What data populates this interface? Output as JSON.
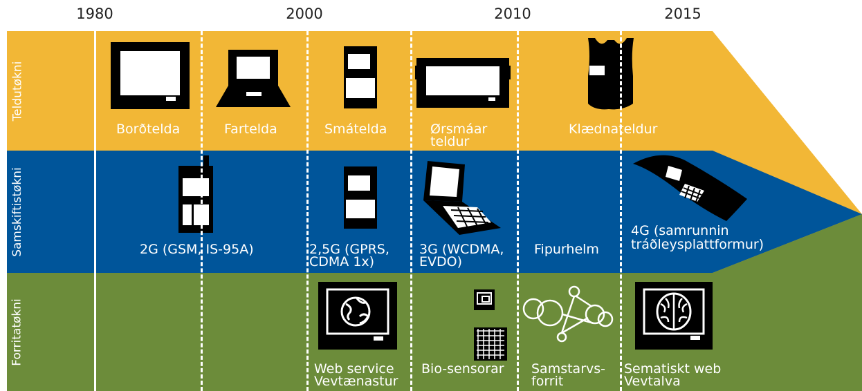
{
  "years": [
    "1980",
    "2000",
    "2010",
    "2015"
  ],
  "bands": {
    "computing": {
      "label": "Teldutøkni",
      "color": "#f2b736"
    },
    "communication": {
      "label": "Samskiftistøkni",
      "color": "#00559a"
    },
    "software": {
      "label": "Forritatøkni",
      "color": "#6c8c3a"
    }
  },
  "computing_items": [
    "Borðtelda",
    "Fartelda",
    "Smátelda",
    "Ørsmáar",
    "teldur",
    "Klædnateldur"
  ],
  "communication_items": [
    "2G (GSM, IS-95A)",
    "2,5G (GPRS,",
    "CDMA 1x)",
    "3G (WCDMA,",
    "EVDO)",
    "Fipurhelm",
    "4G (samrunnin",
    "tráðleysplattformur)"
  ],
  "software_items": [
    "Web service",
    "Vevtænastur",
    "Bio-sensorar",
    "Samstarvs-",
    "forrit",
    "Sematiskt web",
    "Vevtalva"
  ],
  "icons": [
    "desktop-icon",
    "laptop-icon",
    "smartphone-icon",
    "tablet-icon",
    "vest-icon",
    "mobile-phone-icon",
    "globe-screen-icon",
    "biosensor-icon",
    "network-nodes-icon",
    "brain-screen-icon"
  ]
}
